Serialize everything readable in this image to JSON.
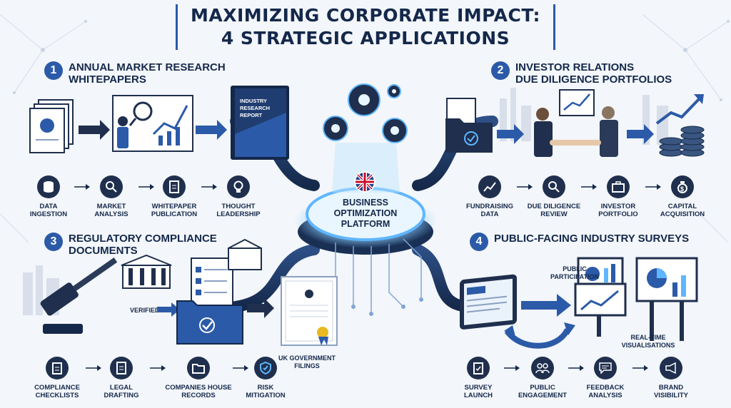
{
  "title": {
    "line1": "MAXIMIZING CORPORATE IMPACT:",
    "line2": "4 STRATEGIC APPLICATIONS"
  },
  "hub": {
    "line1": "BUSINESS",
    "line2": "OPTIMIZATION",
    "line3": "PLATFORM"
  },
  "sections": [
    {
      "number": "1",
      "title_line1": "ANNUAL MARKET RESEARCH",
      "title_line2": "WHITEPAPERS",
      "report_text": [
        "INDUSTRY",
        "RESEARCH",
        "REPORT"
      ],
      "steps": [
        {
          "label1": "DATA",
          "label2": "INGESTION",
          "icon": "database-icon"
        },
        {
          "label1": "MARKET",
          "label2": "ANALYSIS",
          "icon": "magnifier-chart-icon"
        },
        {
          "label1": "WHITEPAPER",
          "label2": "PUBLICATION",
          "icon": "document-icon"
        },
        {
          "label1": "THOUGHT",
          "label2": "LEADERSHIP",
          "icon": "lightbulb-icon"
        }
      ]
    },
    {
      "number": "2",
      "title_line1": "INVESTOR RELATIONS",
      "title_line2": "DUE DILIGENCE PORTFOLIOS",
      "steps": [
        {
          "label1": "FUNDRAISING",
          "label2": "DATA",
          "icon": "growth-chart-icon"
        },
        {
          "label1": "DUE DILIGENCE",
          "label2": "REVIEW",
          "icon": "search-check-icon"
        },
        {
          "label1": "INVESTOR",
          "label2": "PORTFOLIO",
          "icon": "briefcase-icon"
        },
        {
          "label1": "CAPITAL",
          "label2": "ACQUISITION",
          "icon": "money-bag-icon"
        }
      ]
    },
    {
      "number": "3",
      "title_line1": "REGULATORY COMPLIANCE",
      "title_line2": "DOCUMENTS",
      "verified_label": "VERIFIED",
      "filings_label1": "UK GOVERNMENT",
      "filings_label2": "FILINGS",
      "steps": [
        {
          "label1": "COMPLIANCE",
          "label2": "CHECKLISTS",
          "icon": "clipboard-icon"
        },
        {
          "label1": "LEGAL",
          "label2": "DRAFTING",
          "icon": "document-icon"
        },
        {
          "label1": "COMPANIES HOUSE",
          "label2": "RECORDS",
          "icon": "folder-stack-icon"
        },
        {
          "label1": "RISK",
          "label2": "MITIGATION",
          "icon": "shield-check-icon"
        }
      ]
    },
    {
      "number": "4",
      "title_line1": "PUBLIC-FACING INDUSTRY SURVEYS",
      "title_line2": "",
      "participation_label1": "PUBLIC",
      "participation_label2": "PARTICIPATION",
      "visual_label1": "REAL-TIME",
      "visual_label2": "VISUALISATIONS",
      "steps": [
        {
          "label1": "SURVEY",
          "label2": "LAUNCH",
          "icon": "survey-clipboard-icon"
        },
        {
          "label1": "PUBLIC",
          "label2": "ENGAGEMENT",
          "icon": "people-icon"
        },
        {
          "label1": "FEEDBACK",
          "label2": "ANALYSIS",
          "icon": "chat-bubble-icon"
        },
        {
          "label1": "BRAND",
          "label2": "VISIBILITY",
          "icon": "megaphone-icon"
        }
      ]
    }
  ],
  "colors": {
    "navy": "#14284b",
    "accent": "#2b5aa8",
    "icon_bg": "#1f2f4d",
    "glow": "#5fb6ff"
  }
}
